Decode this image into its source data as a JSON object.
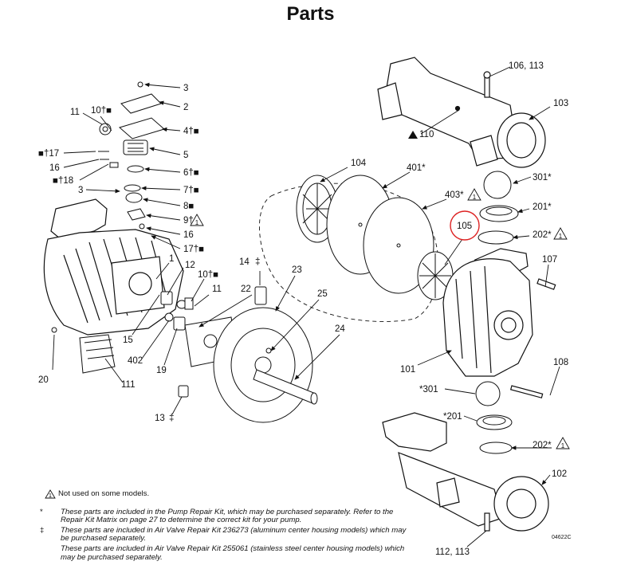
{
  "title": "Parts",
  "labels": {
    "l3a": "3",
    "l2": "2",
    "l4": "4†■",
    "l5": "5",
    "l6": "6†■",
    "l7": "7†■",
    "l8": "8■",
    "l9": "9†",
    "l16b": "16",
    "l17b": "17†■",
    "l11a": "11",
    "l10a": "10†■",
    "l17a": "■†17",
    "l16a": "16",
    "l18": "■†18",
    "l3b": "3",
    "l1": "1",
    "l12": "12",
    "l10b": "10†■",
    "l11b": "11",
    "l15": "15",
    "l402": "402",
    "l19": "19",
    "l20": "20",
    "l111": "111",
    "l14": "14",
    "l14s": "‡",
    "l22": "22",
    "l23": "23",
    "l25": "25",
    "l24": "24",
    "l13": "13",
    "l13s": "‡",
    "l104": "104",
    "l401": "401*",
    "l403": "403*",
    "l105": "105",
    "l106": "106, 113",
    "l103": "103",
    "l110": "110",
    "l301a": "301*",
    "l201a": "201*",
    "l202a": "202*",
    "l107": "107",
    "l101": "101",
    "l108": "108",
    "l301b": "*301",
    "l201b": "*201",
    "l202b": "202*",
    "l102": "102",
    "l112": "112, 113",
    "code": "04622C"
  },
  "notes": {
    "not_used": "Not used on some models.",
    "star_sym": "*",
    "star_text": "These parts are included in the Pump Repair Kit, which may be purchased separately. Refer to the Repair Kit Matrix on page 27 to determine the correct kit for your pump.",
    "dagger_sym": "‡",
    "dagger_text": "These parts are included in Air Valve Repair Kit 236273 (aluminum center housing models) which may be purchased separately.",
    "square_text": "These parts are included in Air Valve Repair Kit 255061 (stainless steel center housing models) which may be purchased separately."
  }
}
